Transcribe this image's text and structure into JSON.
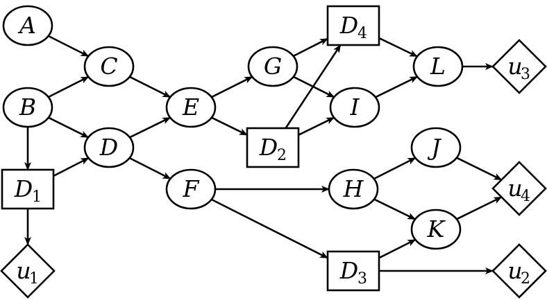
{
  "diagram": {
    "nodes": [
      {
        "id": "A",
        "kind": "chance",
        "label": "A",
        "sub": ""
      },
      {
        "id": "B",
        "kind": "chance",
        "label": "B",
        "sub": ""
      },
      {
        "id": "C",
        "kind": "chance",
        "label": "C",
        "sub": ""
      },
      {
        "id": "D",
        "kind": "chance",
        "label": "D",
        "sub": ""
      },
      {
        "id": "E",
        "kind": "chance",
        "label": "E",
        "sub": ""
      },
      {
        "id": "F",
        "kind": "chance",
        "label": "F",
        "sub": ""
      },
      {
        "id": "G",
        "kind": "chance",
        "label": "G",
        "sub": ""
      },
      {
        "id": "H",
        "kind": "chance",
        "label": "H",
        "sub": ""
      },
      {
        "id": "I",
        "kind": "chance",
        "label": "I",
        "sub": ""
      },
      {
        "id": "J",
        "kind": "chance",
        "label": "J",
        "sub": ""
      },
      {
        "id": "K",
        "kind": "chance",
        "label": "K",
        "sub": ""
      },
      {
        "id": "L",
        "kind": "chance",
        "label": "L",
        "sub": ""
      },
      {
        "id": "D1",
        "kind": "decision",
        "label": "D",
        "sub": "1"
      },
      {
        "id": "D2",
        "kind": "decision",
        "label": "D",
        "sub": "2"
      },
      {
        "id": "D3",
        "kind": "decision",
        "label": "D",
        "sub": "3"
      },
      {
        "id": "D4",
        "kind": "decision",
        "label": "D",
        "sub": "4"
      },
      {
        "id": "u1",
        "kind": "utility",
        "label": "u",
        "sub": "1"
      },
      {
        "id": "u2",
        "kind": "utility",
        "label": "u",
        "sub": "2"
      },
      {
        "id": "u3",
        "kind": "utility",
        "label": "u",
        "sub": "3"
      },
      {
        "id": "u4",
        "kind": "utility",
        "label": "u",
        "sub": "4"
      }
    ],
    "edges": [
      [
        "A",
        "C"
      ],
      [
        "B",
        "C"
      ],
      [
        "B",
        "D"
      ],
      [
        "B",
        "D1"
      ],
      [
        "D1",
        "D"
      ],
      [
        "D1",
        "u1"
      ],
      [
        "C",
        "E"
      ],
      [
        "D",
        "E"
      ],
      [
        "D",
        "F"
      ],
      [
        "E",
        "G"
      ],
      [
        "E",
        "D2"
      ],
      [
        "G",
        "D4"
      ],
      [
        "G",
        "I"
      ],
      [
        "D2",
        "D4"
      ],
      [
        "D2",
        "I"
      ],
      [
        "D4",
        "L"
      ],
      [
        "I",
        "L"
      ],
      [
        "L",
        "u3"
      ],
      [
        "F",
        "H"
      ],
      [
        "F",
        "D3"
      ],
      [
        "H",
        "J"
      ],
      [
        "H",
        "K"
      ],
      [
        "J",
        "u4"
      ],
      [
        "K",
        "u4"
      ],
      [
        "D3",
        "K"
      ],
      [
        "D3",
        "u2"
      ]
    ]
  }
}
